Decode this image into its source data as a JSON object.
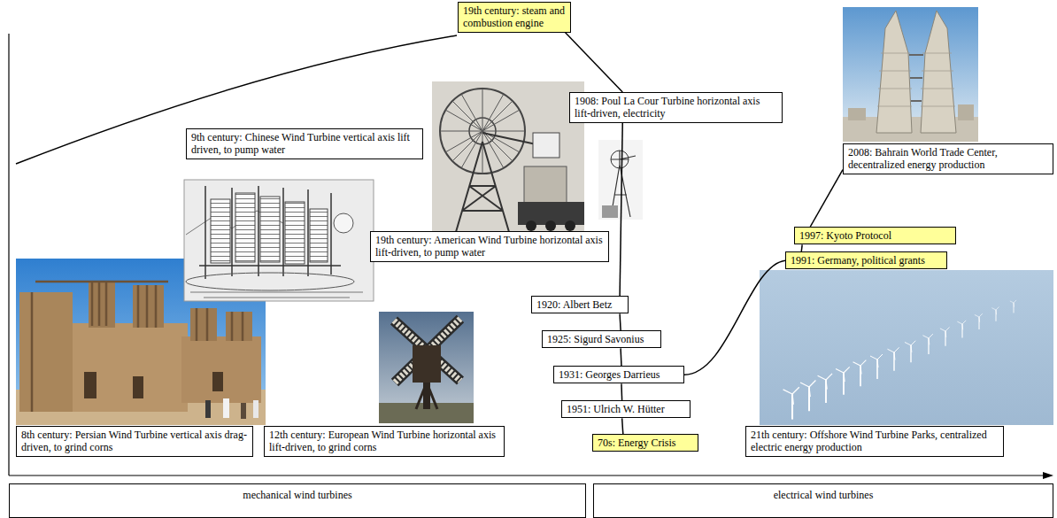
{
  "diagram": {
    "nodes": [
      {
        "text": [
          "19th century: steam and combustion engine"
        ]
      },
      {
        "text": [
          "9th century: Chinese Wind Turbine vertical axis lift driven, to pump water"
        ]
      },
      {
        "text": [
          "1908: Poul La Cour Turbine horizontal axis lift-driven, electricity"
        ]
      },
      {
        "text": [
          "2008: Bahrain World Trade Center, decentralized energy production"
        ]
      },
      {
        "text": [
          "19th century: American Wind Turbine horizontal axis lift-driven, to pump water"
        ]
      },
      {
        "text": [
          "1997: Kyoto Protocol"
        ]
      },
      {
        "text": [
          "1991: Germany, political grants"
        ]
      },
      {
        "text": [
          "1920: Albert Betz"
        ]
      },
      {
        "text": [
          "1925: Sigurd Savonius"
        ]
      },
      {
        "text": [
          "1931: Georges Darrieus"
        ]
      },
      {
        "text": [
          "1951: Ulrich W. Hütter"
        ]
      },
      {
        "text": [
          "70s: Energy Crisis"
        ]
      },
      {
        "text": [
          "8th century: Persian Wind Turbine vertical axis drag-driven, to grind corns"
        ]
      },
      {
        "text": [
          "12th century: European Wind Turbine horizontal axis lift-driven, to grind corns"
        ]
      },
      {
        "text": [
          "21th century: Offshore Wind Turbine Parks, centralized electric energy production"
        ]
      },
      {
        "text": [
          "mechanical wind turbines"
        ]
      },
      {
        "text": [
          "electrical wind turbines"
        ]
      }
    ],
    "edges": [
      {
        "from": 0,
        "to": 2,
        "arrow": "none"
      },
      {
        "from": 2,
        "to": 7,
        "arrow": "none"
      },
      {
        "from": 7,
        "to": 8,
        "arrow": "none"
      },
      {
        "from": 8,
        "to": 9,
        "arrow": "none"
      },
      {
        "from": 9,
        "to": 10,
        "arrow": "none"
      },
      {
        "from": 10,
        "to": 11,
        "arrow": "none"
      },
      {
        "from": 9,
        "to": 6,
        "arrow": "none"
      },
      {
        "from": 6,
        "to": 5,
        "arrow": "none"
      },
      {
        "from": 5,
        "to": 3,
        "arrow": "none"
      }
    ]
  }
}
